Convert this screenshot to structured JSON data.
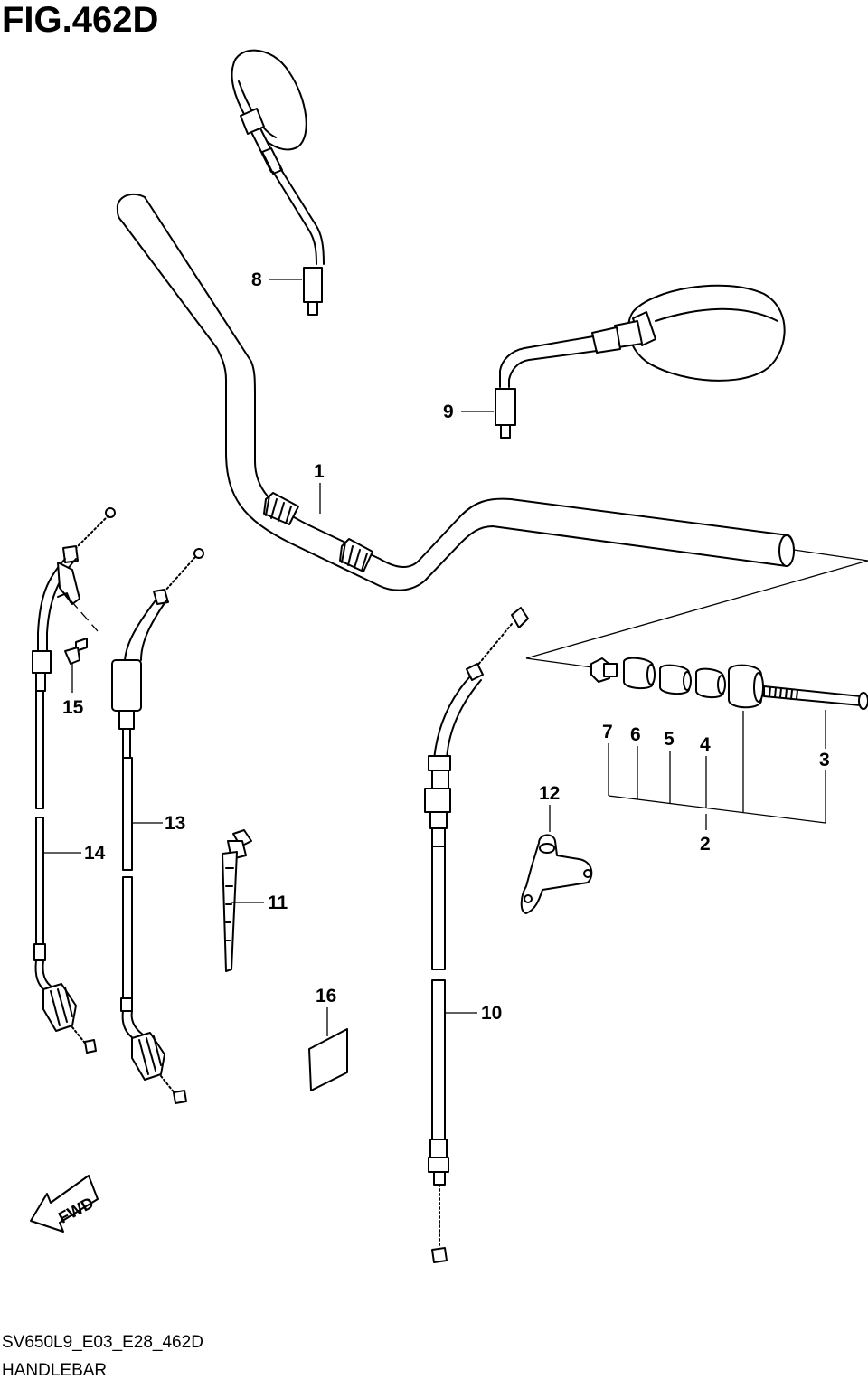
{
  "figure": {
    "title": "FIG.462D",
    "code": "SV650L9_E03_E28_462D",
    "name": "HANDLEBAR"
  },
  "callouts": {
    "p1": "1",
    "p2": "2",
    "p3": "3",
    "p4": "4",
    "p5": "5",
    "p6": "6",
    "p7": "7",
    "p8": "8",
    "p9": "9",
    "p10": "10",
    "p11": "11",
    "p12": "12",
    "p13": "13",
    "p14": "14",
    "p15": "15",
    "p16": "16"
  },
  "fwd_arrow": {
    "label": "FWD"
  }
}
